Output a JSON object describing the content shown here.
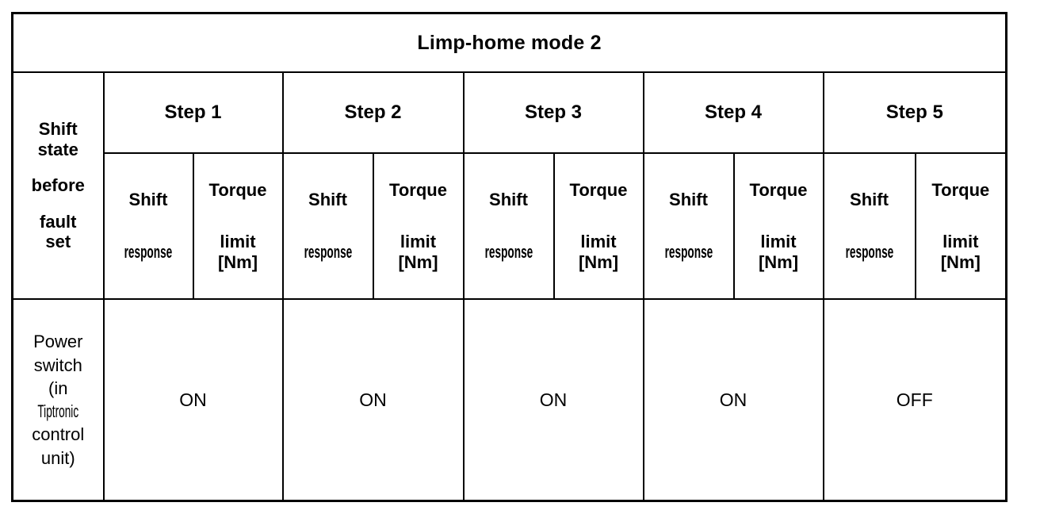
{
  "table": {
    "title": "Limp-home mode 2",
    "stub": {
      "line1": "Shift",
      "line2": "state",
      "line3": "before",
      "line4": "fault",
      "line5": "set"
    },
    "step_groups": [
      {
        "label": "Step 1"
      },
      {
        "label": "Step 2"
      },
      {
        "label": "Step 3"
      },
      {
        "label": "Step 4"
      },
      {
        "label": "Step 5"
      }
    ],
    "sub_headers": [
      {
        "top": "Shift",
        "mid": "response",
        "bot": ""
      },
      {
        "top": "Torque",
        "mid": "limit",
        "bot": "[Nm]"
      },
      {
        "top": "Shift",
        "mid": "response",
        "bot": ""
      },
      {
        "top": "Torque",
        "mid": "limit",
        "bot": "[Nm]"
      },
      {
        "top": "Shift",
        "mid": "response",
        "bot": ""
      },
      {
        "top": "Torque",
        "mid": "limit",
        "bot": "[Nm]"
      },
      {
        "top": "Shift",
        "mid": "response",
        "bot": ""
      },
      {
        "top": "Torque",
        "mid": "limit",
        "bot": "[Nm]"
      },
      {
        "top": "Shift",
        "mid": "response",
        "bot": ""
      },
      {
        "top": "Torque",
        "mid": "limit",
        "bot": "[Nm]"
      }
    ],
    "rows": [
      {
        "label": {
          "l1": "Power",
          "l2": "switch",
          "l3": "(in",
          "l4": "Tiptronic",
          "l5": "control",
          "l6": "unit)"
        },
        "values": [
          "ON",
          "ON",
          "ON",
          "ON",
          "OFF"
        ]
      }
    ]
  }
}
